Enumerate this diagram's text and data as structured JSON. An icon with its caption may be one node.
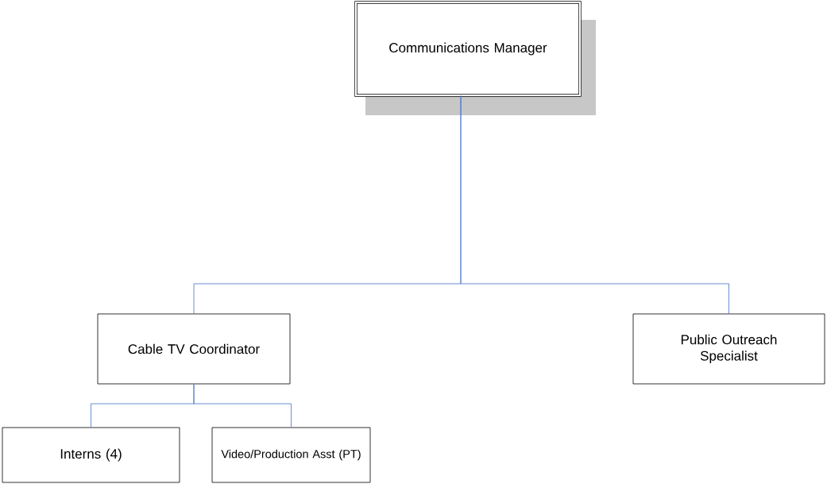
{
  "diagram": {
    "nodes": [
      {
        "text": [
          "Communications Manager"
        ]
      },
      {
        "text": [
          "Cable TV Coordinator"
        ]
      },
      {
        "text": [
          "Public Outreach Specialist"
        ]
      },
      {
        "text": [
          "Interns (4)"
        ]
      },
      {
        "text": [
          "Video/Production Asst (PT)"
        ]
      }
    ],
    "edges": [
      {
        "from": 0,
        "to": 1,
        "arrow": "none"
      },
      {
        "from": 0,
        "to": 2,
        "arrow": "none"
      },
      {
        "from": 1,
        "to": 3,
        "arrow": "none"
      },
      {
        "from": 1,
        "to": 4,
        "arrow": "none"
      }
    ]
  }
}
